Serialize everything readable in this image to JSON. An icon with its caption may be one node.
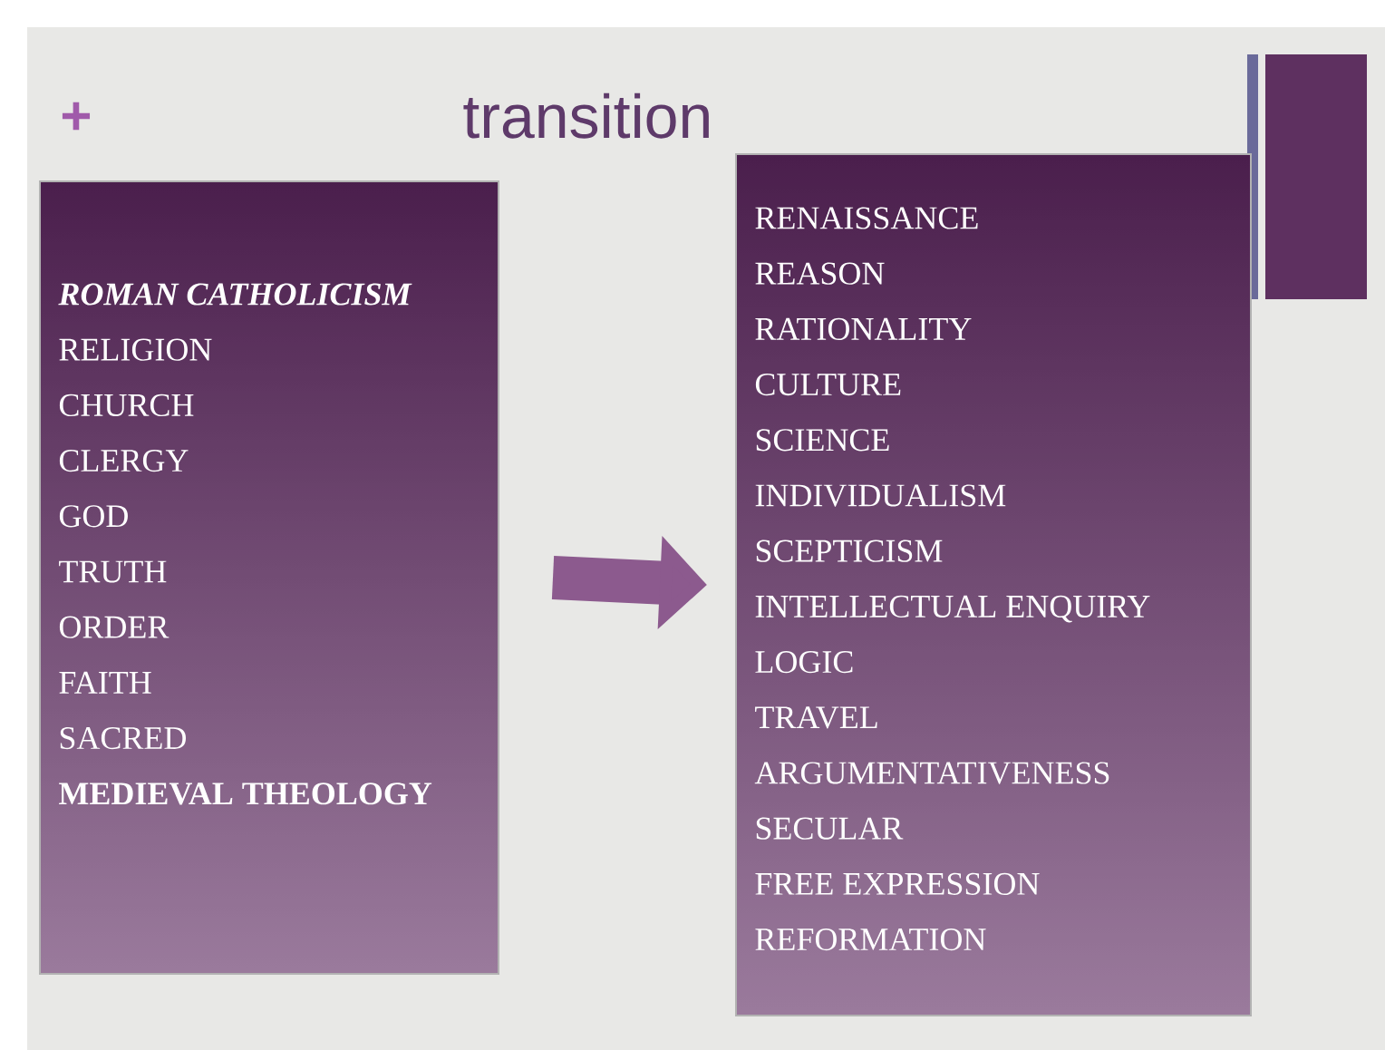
{
  "diagram": {
    "title": "transition",
    "nodes": [
      {
        "text": [
          "ROMAN CATHOLICISM",
          "RELIGION",
          "CHURCH",
          "CLERGY",
          "GOD",
          "TRUTH",
          "ORDER",
          "FAITH",
          "SACRED",
          "MEDIEVAL THEOLOGY"
        ]
      },
      {
        "text": [
          "RENAISSANCE",
          "REASON",
          "RATIONALITY",
          "CULTURE",
          "SCIENCE",
          "INDIVIDUALISM",
          "SCEPTICISM",
          "INTELLECTUAL ENQUIRY",
          "LOGIC",
          "TRAVEL",
          "ARGUMENTATIVENESS",
          "SECULAR",
          "FREE EXPRESSION",
          "REFORMATION"
        ]
      }
    ],
    "edges": [
      {
        "from": 0,
        "to": 1,
        "arrow": "to"
      }
    ],
    "labels": [
      "+"
    ]
  }
}
